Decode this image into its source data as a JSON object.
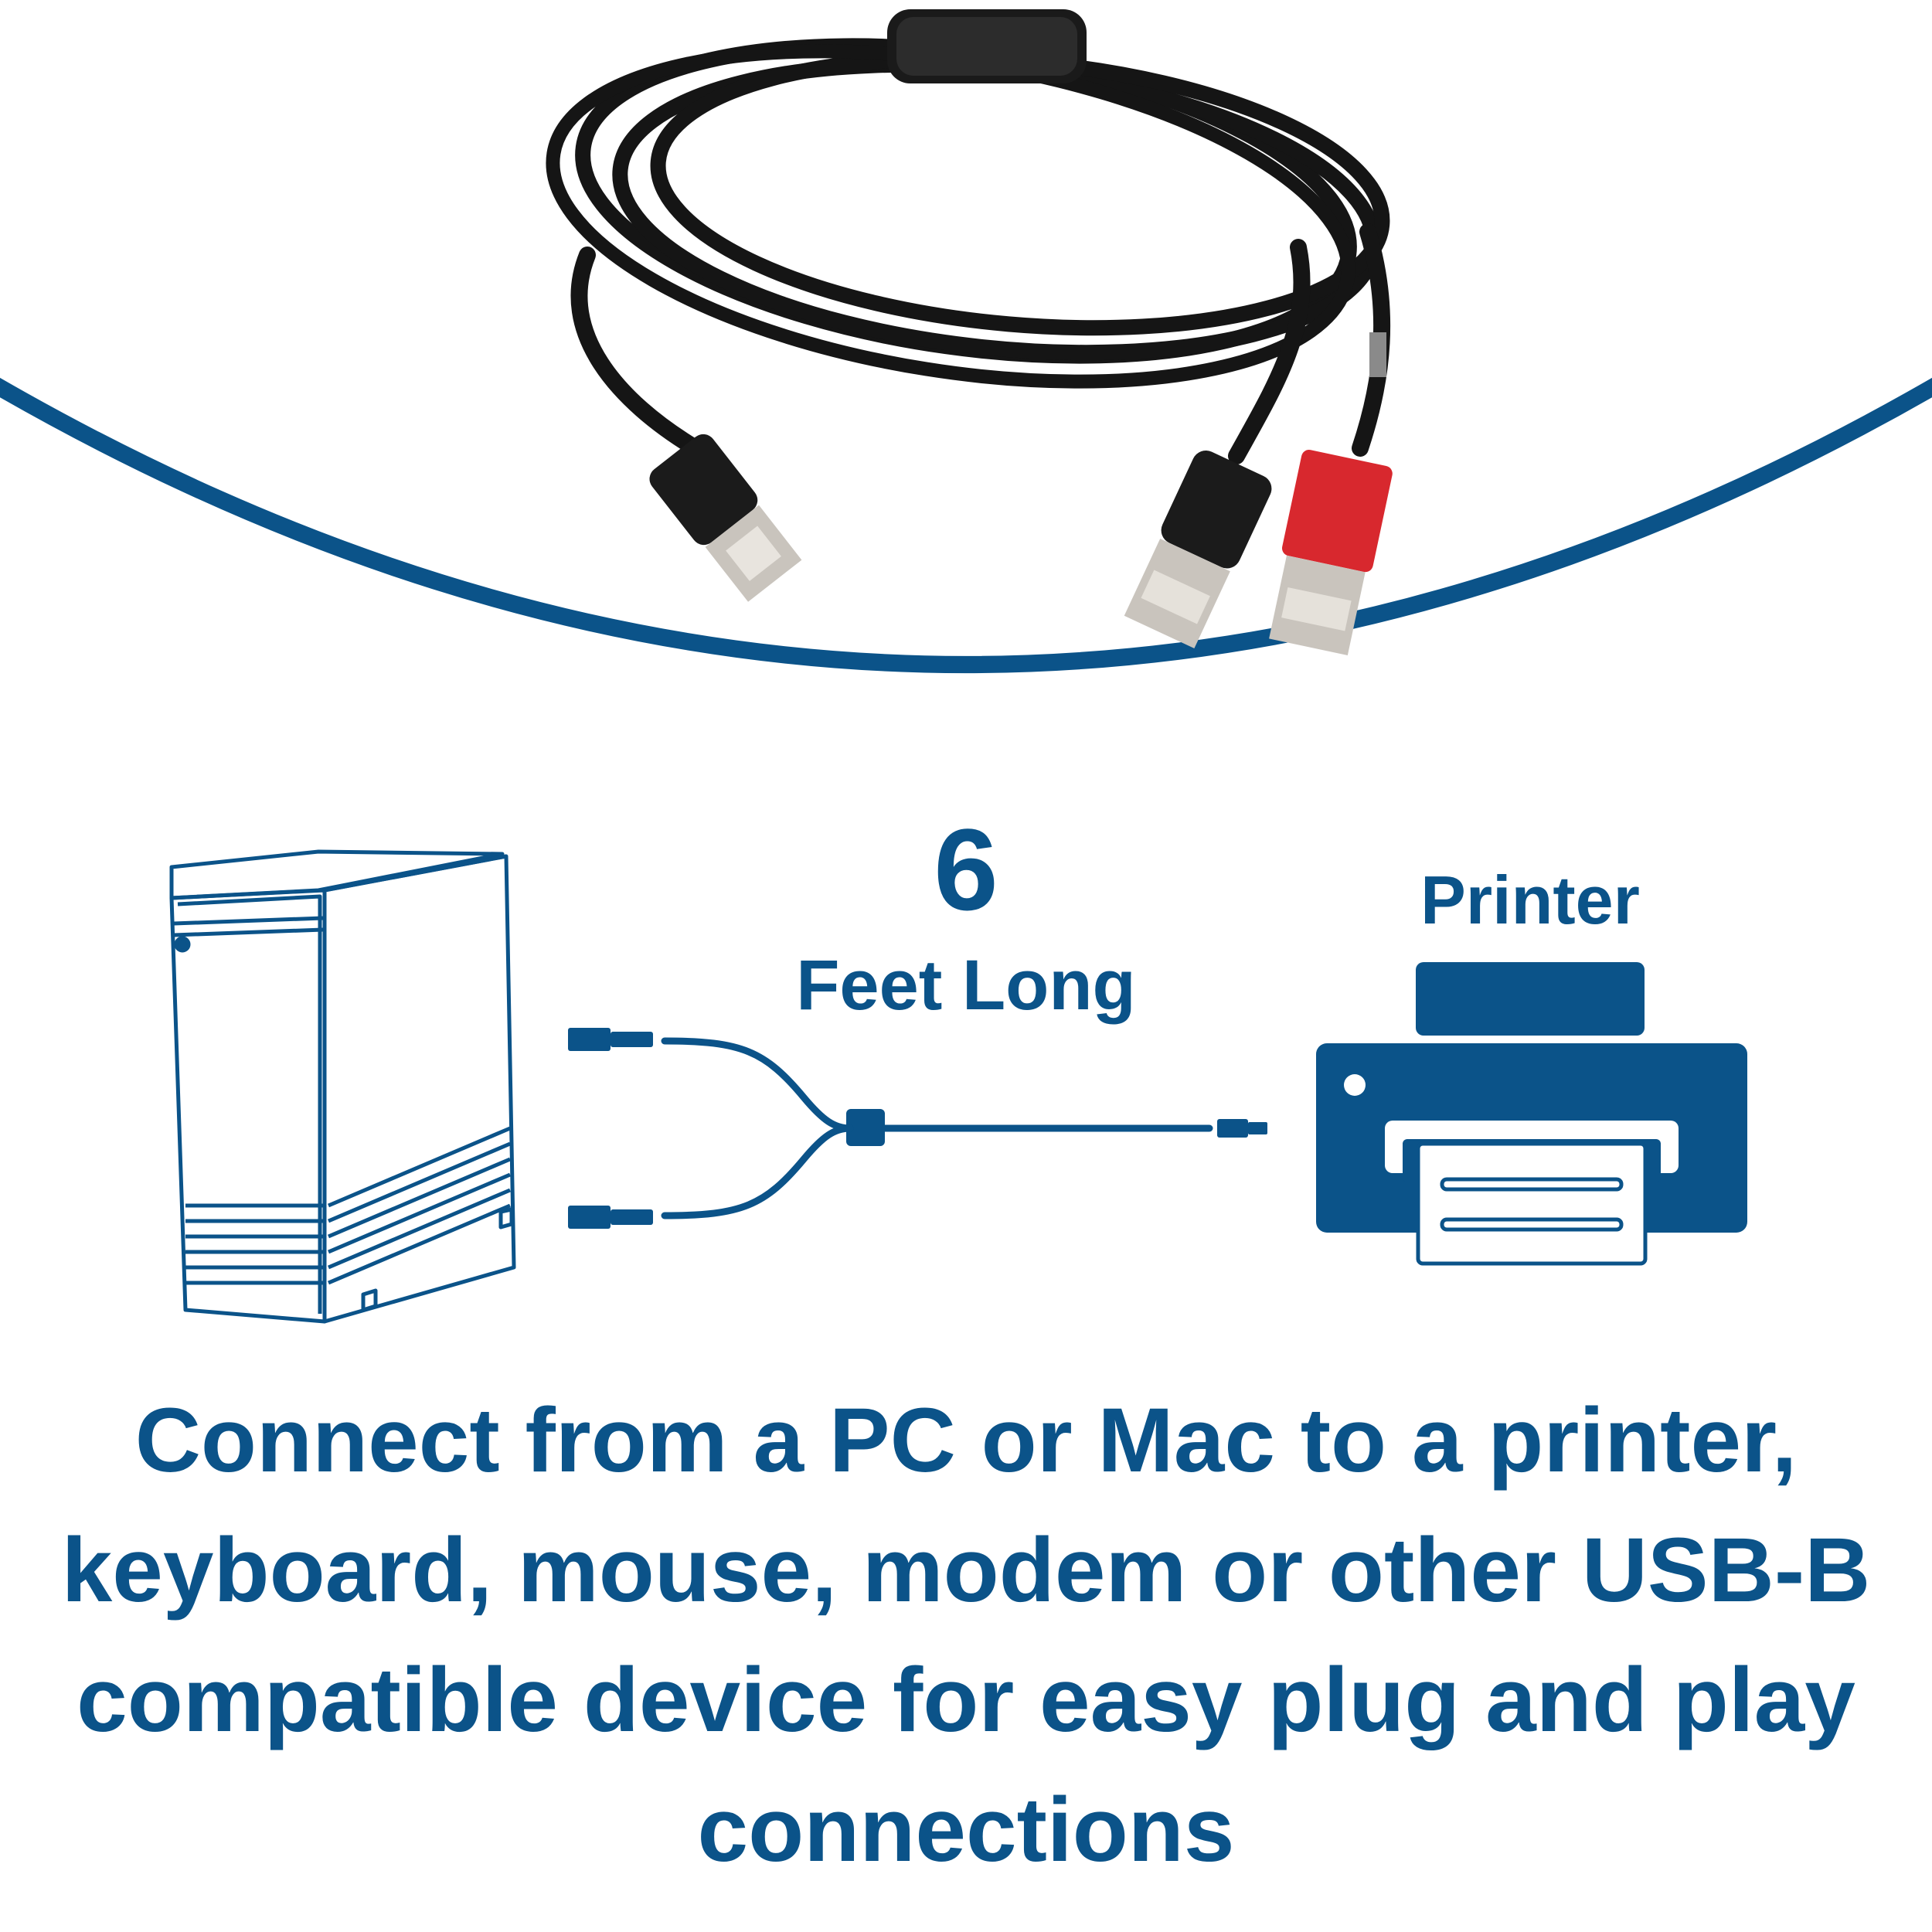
{
  "colors": {
    "brand_blue": "#0b5389",
    "cable_black": "#151515",
    "plug_red": "#d8282e",
    "connector_metal": "#c9c4bd"
  },
  "product_photo": {
    "icon": "usb-y-cable-photo"
  },
  "diagram": {
    "length_number": "6",
    "length_unit": "Feet Long",
    "printer_label": "Printer",
    "computer_icon": "tower-pc-icon",
    "printer_icon": "printer-icon",
    "cable_icon": "y-splitter-cable-icon"
  },
  "caption": {
    "text": "Connect from a PC or Mac to a printer, keyboard, mouse, modem or other USB-B compatible device for easy plug and play connections"
  }
}
